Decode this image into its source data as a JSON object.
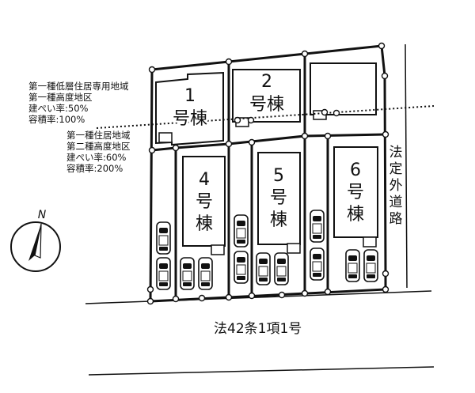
{
  "zoning_upper": [
    "第一種低層住居専用地域",
    "第一種高度地区",
    "建ぺい率:50%",
    "容積率:100%"
  ],
  "zoning_lower": [
    "第一種住居地域",
    "第二種高度地区",
    "建ぺい率:60%",
    "容積率:200%"
  ],
  "lots": [
    {
      "num": "1",
      "suffix": "号棟"
    },
    {
      "num": "2",
      "suffix": "号棟"
    },
    {
      "num": "4",
      "suffix": "号棟"
    },
    {
      "num": "5",
      "suffix": "号棟"
    },
    {
      "num": "6",
      "suffix": "号棟"
    }
  ],
  "compass": {
    "north_label": "N"
  },
  "roads": {
    "bottom": "法42条1項1号",
    "right": [
      "法",
      "定",
      "外",
      "道",
      "路"
    ]
  }
}
